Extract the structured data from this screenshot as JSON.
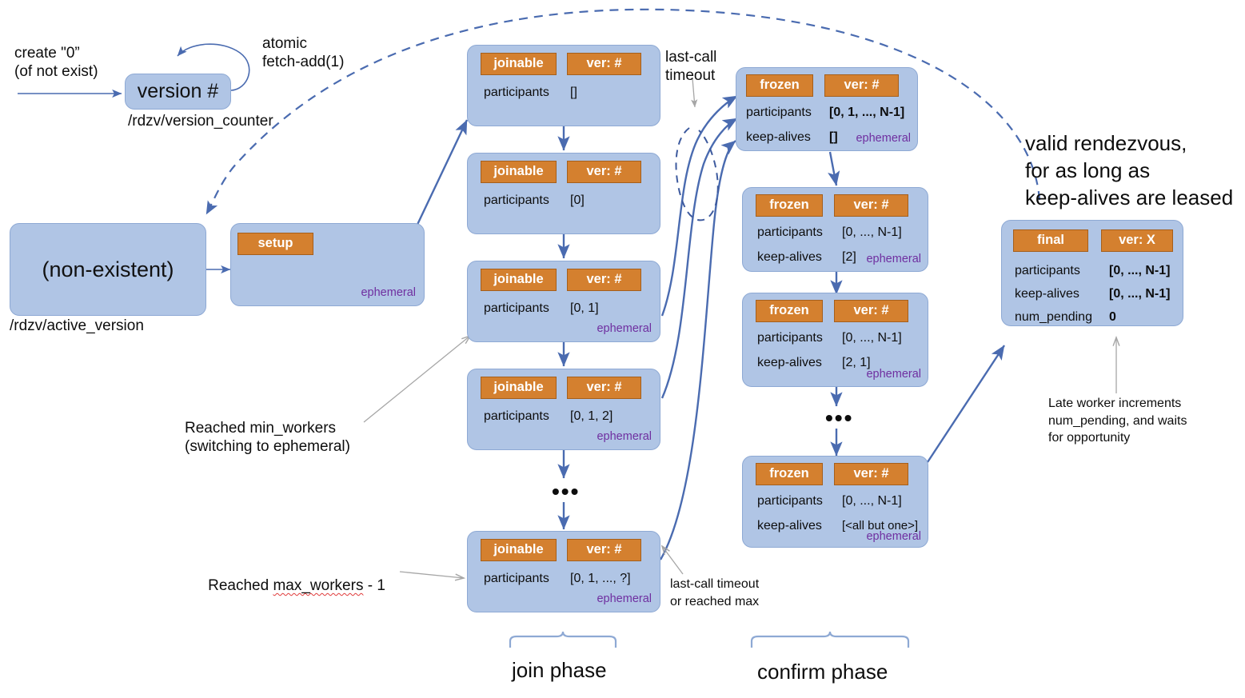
{
  "colors": {
    "box_fill": "#b0c5e5",
    "box_border": "#8ea9d4",
    "badge_fill": "#d4802f",
    "badge_border": "#a55f1c",
    "ephemeral_text": "#6f2fa0",
    "arrow_blue": "#4a6bb0",
    "arrow_gray": "#a6a6a6"
  },
  "annotations": {
    "create_zero": "create \"0”\n(of not exist)",
    "atomic_fetch_add": "atomic\nfetch-add(1)",
    "version_counter_path": "/rdzv/version_counter",
    "active_version_path": "/rdzv/active_version",
    "last_call_timeout": "last-call\ntimeout",
    "last_call_timeout_or_max": "last-call timeout\nor reached max",
    "reached_min_workers": "Reached min_workers\n(switching to ephemeral)",
    "reached_max_workers_prefix": "Reached ",
    "reached_max_workers_term": "max_workers",
    "reached_max_workers_suffix": " - 1",
    "valid_rendezvous": "valid rendezvous,\nfor as long as\nkeep-alives are leased",
    "late_worker": "Late worker increments\nnum_pending, and waits\nfor opportunity",
    "join_phase": "join phase",
    "confirm_phase": "confirm phase",
    "ellipsis": "•••"
  },
  "version_counter_node": {
    "title": "version #"
  },
  "non_existent_node": {
    "title": "(non-existent)"
  },
  "setup_node": {
    "badge": "setup",
    "ephemeral": "ephemeral"
  },
  "join_phase_boxes": [
    {
      "status": "joinable",
      "version": "ver: #",
      "key1": "participants",
      "val1": "[]",
      "ephemeral": ""
    },
    {
      "status": "joinable",
      "version": "ver: #",
      "key1": "participants",
      "val1": "[0]",
      "ephemeral": ""
    },
    {
      "status": "joinable",
      "version": "ver: #",
      "key1": "participants",
      "val1": "[0, 1]",
      "ephemeral": "ephemeral"
    },
    {
      "status": "joinable",
      "version": "ver: #",
      "key1": "participants",
      "val1": "[0, 1, 2]",
      "ephemeral": "ephemeral"
    },
    {
      "status": "joinable",
      "version": "ver: #",
      "key1": "participants",
      "val1": "[0, 1, ..., ?]",
      "ephemeral": "ephemeral"
    }
  ],
  "confirm_phase_boxes": [
    {
      "status": "frozen",
      "version": "ver: #",
      "key1": "participants",
      "val1": "[0, 1, ..., N-1]",
      "key2": "keep-alives",
      "val2": "[]",
      "ephemeral": "ephemeral",
      "bold": true
    },
    {
      "status": "frozen",
      "version": "ver: #",
      "key1": "participants",
      "val1": "[0, ..., N-1]",
      "key2": "keep-alives",
      "val2": "[2]",
      "ephemeral": "ephemeral",
      "bold": false
    },
    {
      "status": "frozen",
      "version": "ver: #",
      "key1": "participants",
      "val1": "[0, ..., N-1]",
      "key2": "keep-alives",
      "val2": "[2, 1]",
      "ephemeral": "ephemeral",
      "bold": false
    },
    {
      "status": "frozen",
      "version": "ver: #",
      "key1": "participants",
      "val1": "[0, ..., N-1]",
      "key2": "keep-alives",
      "val2": "[<all but one>]",
      "ephemeral": "ephemeral",
      "bold": false
    }
  ],
  "final_box": {
    "status": "final",
    "version": "ver: X",
    "key1": "participants",
    "val1": "[0, ..., N-1]",
    "key2": "keep-alives",
    "val2": "[0, ..., N-1]",
    "key3": "num_pending",
    "val3": "0"
  }
}
